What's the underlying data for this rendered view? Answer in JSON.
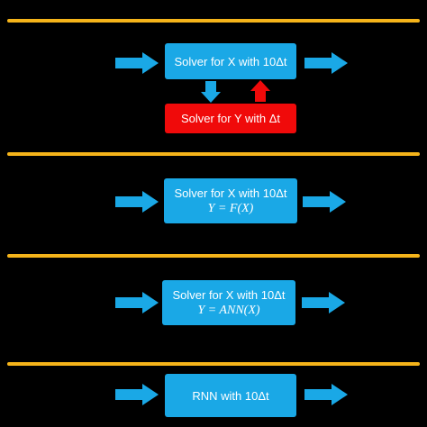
{
  "colors": {
    "divider": "#f5b41a",
    "primary_box": "#1aa8e6",
    "secondary_box": "#f00a0a",
    "arrow_blue": "#1aa8e6",
    "arrow_red": "#f00a0a",
    "background": "#000000"
  },
  "panel1": {
    "solver_label": "Solver for X with 10Δt",
    "sub_solver_label": "Solver for Y with Δt"
  },
  "panel2": {
    "solver_label": "Solver for X with 10Δt",
    "equation": "Y = F(X)"
  },
  "panel3": {
    "solver_label": "Solver for X with 10Δt",
    "equation": "Y = ANN(X)"
  },
  "panel4": {
    "solver_label": "RNN with 10Δt"
  }
}
